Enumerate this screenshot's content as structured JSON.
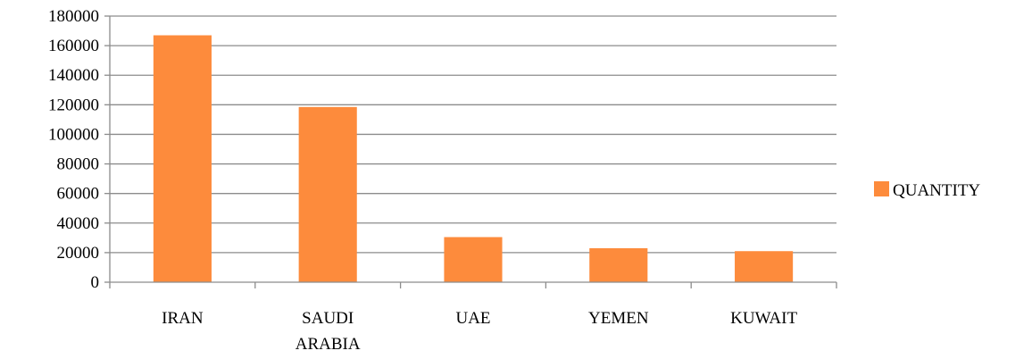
{
  "chart_data": {
    "type": "bar",
    "categories": [
      "IRAN",
      "SAUDI ARABIA",
      "UAE",
      "YEMEN",
      "KUWAIT"
    ],
    "category_lines": [
      [
        "IRAN"
      ],
      [
        "SAUDI",
        "ARABIA"
      ],
      [
        "UAE"
      ],
      [
        "YEMEN"
      ],
      [
        "KUWAIT"
      ]
    ],
    "series": [
      {
        "name": "QUANTITY",
        "values": [
          167000,
          118500,
          30500,
          23000,
          21000
        ]
      }
    ],
    "ylim": [
      0,
      180000
    ],
    "yticks": [
      0,
      20000,
      40000,
      60000,
      80000,
      100000,
      120000,
      140000,
      160000,
      180000
    ],
    "ytick_labels": [
      "0",
      "20000",
      "40000",
      "60000",
      "80000",
      "100000",
      "120000",
      "140000",
      "160000",
      "180000"
    ],
    "grid": true,
    "legend_position": "right",
    "colors": {
      "bar": "#fd8b3c",
      "grid": "#8c8c8c",
      "axis": "#8c8c8c"
    }
  }
}
